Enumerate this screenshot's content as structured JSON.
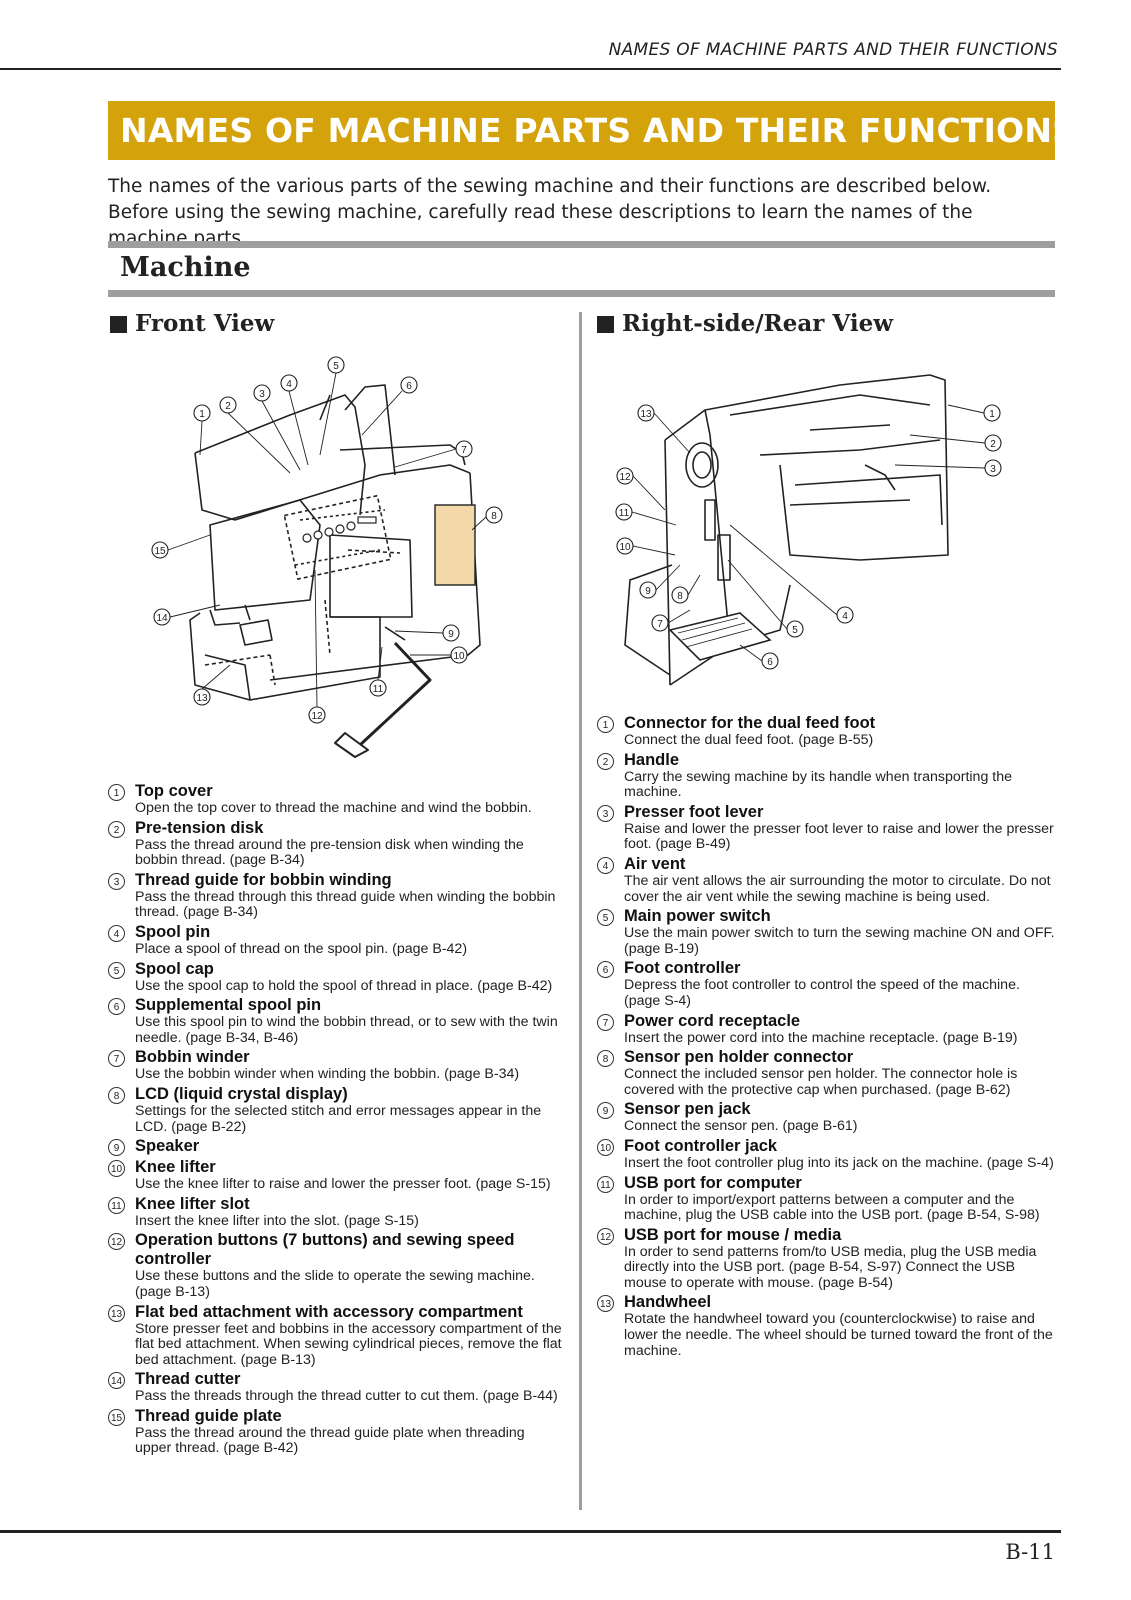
{
  "header": {
    "running_title": "NAMES OF MACHINE PARTS AND THEIR FUNCTIONS"
  },
  "title": "NAMES OF MACHINE PARTS AND THEIR FUNCTIONS",
  "intro": "The names of the various parts of the sewing machine and their functions are described below. Before using the sewing machine, carefully read these descriptions to learn the names of the machine parts.",
  "section": "Machine",
  "colors": {
    "accent": "#d4a20b",
    "rule": "#9e9e9e",
    "lcd": "#f3d9a9"
  },
  "front_view": {
    "title": "Front View",
    "parts": [
      {
        "num": "1",
        "name": "Top cover",
        "desc": "Open the top cover to thread the machine and wind the bobbin."
      },
      {
        "num": "2",
        "name": "Pre-tension disk",
        "desc": "Pass the thread around the pre-tension disk when winding the bobbin thread. (page B-34)"
      },
      {
        "num": "3",
        "name": "Thread guide for bobbin winding",
        "desc": "Pass the thread through this thread guide when winding the bobbin thread. (page B-34)"
      },
      {
        "num": "4",
        "name": "Spool pin",
        "desc": "Place a spool of thread on the spool pin. (page B-42)"
      },
      {
        "num": "5",
        "name": "Spool cap",
        "desc": "Use the spool cap to hold the spool of thread in place. (page B-42)"
      },
      {
        "num": "6",
        "name": "Supplemental spool pin",
        "desc": "Use this spool pin to wind the bobbin thread, or to sew with the twin needle. (page B-34, B-46)"
      },
      {
        "num": "7",
        "name": "Bobbin winder",
        "desc": "Use the bobbin winder when winding the bobbin. (page B-34)"
      },
      {
        "num": "8",
        "name": "LCD (liquid crystal display)",
        "desc": "Settings for the selected stitch and error messages appear in the LCD. (page B-22)"
      },
      {
        "num": "9",
        "name": "Speaker",
        "desc": ""
      },
      {
        "num": "10",
        "name": "Knee lifter",
        "desc": "Use the knee lifter to raise and lower the presser foot. (page S-15)"
      },
      {
        "num": "11",
        "name": "Knee lifter slot",
        "desc": "Insert the knee lifter into the slot. (page S-15)"
      },
      {
        "num": "12",
        "name": "Operation buttons (7 buttons) and sewing speed controller",
        "desc": "Use these buttons and the slide to operate the sewing machine. (page B-13)"
      },
      {
        "num": "13",
        "name": "Flat bed attachment with accessory compartment",
        "desc": "Store presser feet and bobbins in the accessory compartment of the flat bed attachment. When sewing cylindrical pieces, remove the flat bed attachment. (page B-13)"
      },
      {
        "num": "14",
        "name": "Thread cutter",
        "desc": "Pass the threads through the thread cutter to cut them. (page B-44)"
      },
      {
        "num": "15",
        "name": "Thread guide plate",
        "desc": "Pass the thread around the thread guide plate when threading upper thread. (page B-42)"
      }
    ]
  },
  "rear_view": {
    "title": "Right-side/Rear View",
    "parts": [
      {
        "num": "1",
        "name": "Connector for the dual feed foot",
        "desc": "Connect the dual feed foot. (page B-55)"
      },
      {
        "num": "2",
        "name": "Handle",
        "desc": "Carry the sewing machine by its handle when transporting the machine."
      },
      {
        "num": "3",
        "name": "Presser foot lever",
        "desc": "Raise and lower the presser foot lever to raise and lower the presser foot. (page B-49)"
      },
      {
        "num": "4",
        "name": "Air vent",
        "desc": "The air vent allows the air surrounding the motor to circulate. Do not cover the air vent while the sewing machine is being used."
      },
      {
        "num": "5",
        "name": "Main power switch",
        "desc": "Use the main power switch to turn the sewing machine ON and OFF. (page B-19)"
      },
      {
        "num": "6",
        "name": "Foot controller",
        "desc": "Depress the foot controller to control the speed of the machine. (page S-4)"
      },
      {
        "num": "7",
        "name": "Power cord receptacle",
        "desc": "Insert the power cord into the machine receptacle. (page B-19)"
      },
      {
        "num": "8",
        "name": "Sensor pen holder connector",
        "desc": "Connect the included sensor pen holder. The connector hole is covered with the protective cap when purchased. (page B-62)"
      },
      {
        "num": "9",
        "name": "Sensor pen jack",
        "desc": "Connect the sensor pen. (page B-61)"
      },
      {
        "num": "10",
        "name": "Foot controller jack",
        "desc": "Insert the foot controller plug into its jack on the machine. (page S-4)"
      },
      {
        "num": "11",
        "name": "USB port for computer",
        "desc": "In order to import/export patterns between a computer and the machine, plug the USB cable into the USB port. (page B-54, S-98)"
      },
      {
        "num": "12",
        "name": "USB port for mouse / media",
        "desc": "In order to send patterns from/to USB media, plug the USB media directly into the USB port. (page B-54, S-97) Connect the USB mouse to operate with mouse. (page B-54)"
      },
      {
        "num": "13",
        "name": "Handwheel",
        "desc": "Rotate the handwheel toward you (counterclockwise) to raise and lower the needle. The wheel should be turned toward the front of the machine."
      }
    ]
  },
  "page_number": "B-11"
}
